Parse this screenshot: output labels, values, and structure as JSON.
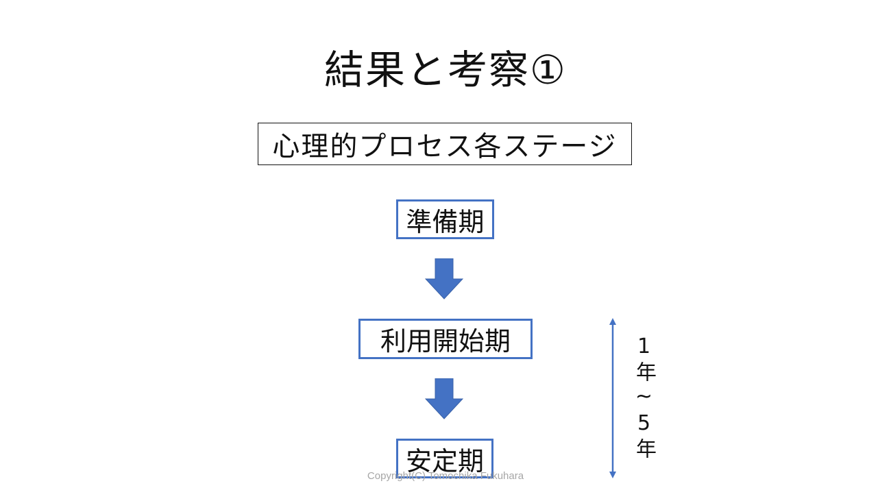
{
  "slide": {
    "title": "結果と考察①",
    "subtitle": "心理的プロセス各ステージ",
    "stages": [
      {
        "label": "準備期"
      },
      {
        "label": "利用開始期"
      },
      {
        "label": "安定期"
      }
    ],
    "duration_label": "1年~5年",
    "copyright": "Copyright(C) Tomochika Fukuhara"
  },
  "colors": {
    "accent": "#4472c4",
    "text": "#111111",
    "copyright": "#a6a6a6"
  },
  "icons": {
    "flow_arrow": "down-arrow-icon",
    "duration_arrow": "double-headed-vertical-arrow-icon"
  }
}
